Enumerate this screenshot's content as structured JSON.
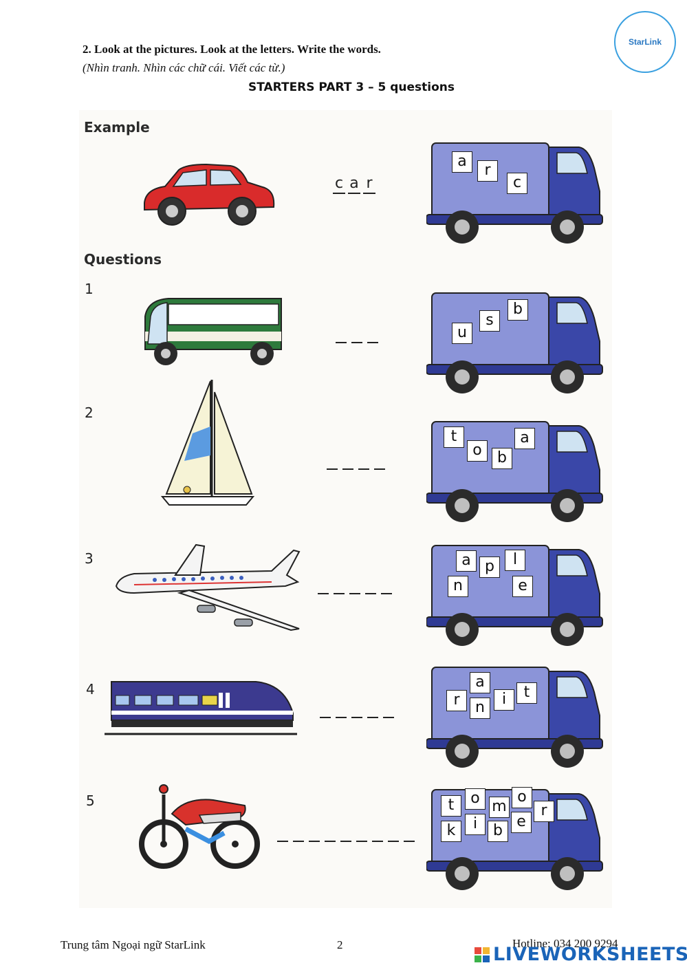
{
  "header": {
    "instruction": "2. Look at the pictures. Look at the letters. Write the words.",
    "instruction_vi": "(Nhìn tranh. Nhìn các chữ cái. Viết các từ.)",
    "part_title": "STARTERS PART 3 – 5 questions",
    "logo_text": "StarLink"
  },
  "sections": {
    "example_label": "Example",
    "questions_label": "Questions"
  },
  "example": {
    "picture": "car-icon",
    "answer": [
      "c",
      "a",
      "r"
    ],
    "letters": [
      "a",
      "r",
      "c"
    ]
  },
  "questions": [
    {
      "number": "1",
      "picture": "bus-icon",
      "blank_count": 3,
      "letters": [
        "u",
        "s",
        "b"
      ]
    },
    {
      "number": "2",
      "picture": "sailboat-icon",
      "blank_count": 4,
      "letters": [
        "t",
        "o",
        "b",
        "a"
      ]
    },
    {
      "number": "3",
      "picture": "airplane-icon",
      "blank_count": 5,
      "letters": [
        "a",
        "p",
        "l",
        "n",
        "e"
      ]
    },
    {
      "number": "4",
      "picture": "train-icon",
      "blank_count": 5,
      "letters": [
        "a",
        "r",
        "n",
        "i",
        "t"
      ]
    },
    {
      "number": "5",
      "picture": "motorbike-icon",
      "blank_count": 9,
      "letters": [
        "t",
        "o",
        "m",
        "o",
        "r",
        "k",
        "i",
        "b",
        "e"
      ]
    }
  ],
  "footer": {
    "center_name": "Trung tâm Ngoại ngữ StarLink",
    "page_number": "2",
    "hotline": "Hotline: 034 200 9294",
    "watermark": "LIVEWORKSHEETS"
  },
  "colors": {
    "truck_box": "#8b94d8",
    "truck_cab": "#3a47a8",
    "car": "#d92b2b",
    "bus": "#2e7a3c",
    "train": "#3c3a8f",
    "motorbike": "#d8322c",
    "watermark": "#1a64b8"
  }
}
